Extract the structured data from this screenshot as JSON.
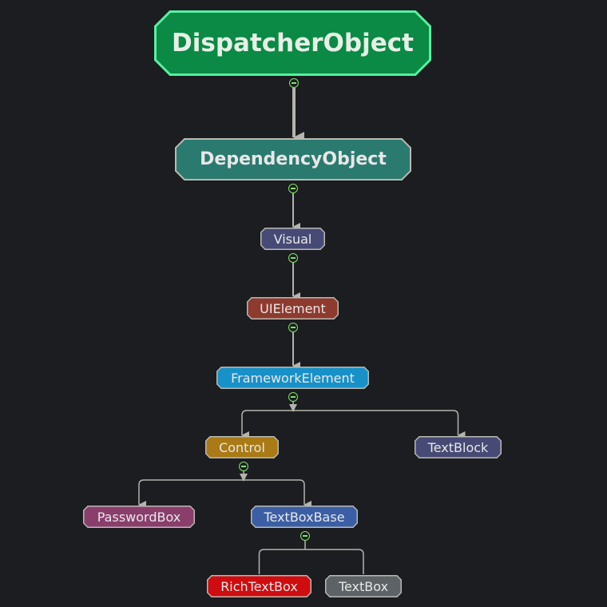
{
  "nodes": {
    "dispatcherobject": {
      "label": "DispatcherObject",
      "fill": "#0a8a45",
      "stroke": "#58f0a0"
    },
    "dependencyobject": {
      "label": "DependencyObject",
      "fill": "#2b7a70",
      "stroke": "#b9b9b2"
    },
    "visual": {
      "label": "Visual",
      "fill": "#464a75",
      "stroke": "#b9b9b2"
    },
    "uielement": {
      "label": "UIElement",
      "fill": "#8e3a2e",
      "stroke": "#b9b9b2"
    },
    "frameworkelement": {
      "label": "FrameworkElement",
      "fill": "#1791c8",
      "stroke": "#b9b9b2"
    },
    "control": {
      "label": "Control",
      "fill": "#a97a16",
      "stroke": "#b9b9b2"
    },
    "textblock": {
      "label": "TextBlock",
      "fill": "#464a75",
      "stroke": "#b9b9b2"
    },
    "passwordbox": {
      "label": "PasswordBox",
      "fill": "#8a3e6c",
      "stroke": "#b9b9b2"
    },
    "textboxbase": {
      "label": "TextBoxBase",
      "fill": "#3b5ea4",
      "stroke": "#b9b9b2"
    },
    "richtextbox": {
      "label": "RichTextBox",
      "fill": "#cf0c10",
      "stroke": "#b9b9b2"
    },
    "textbox": {
      "label": "TextBox",
      "fill": "#5c6265",
      "stroke": "#b9b9b2"
    }
  },
  "edges": [
    [
      "dispatcherobject",
      "dependencyobject"
    ],
    [
      "dependencyobject",
      "visual"
    ],
    [
      "visual",
      "uielement"
    ],
    [
      "uielement",
      "frameworkelement"
    ],
    [
      "frameworkelement",
      "control"
    ],
    [
      "frameworkelement",
      "textblock"
    ],
    [
      "control",
      "passwordbox"
    ],
    [
      "control",
      "textboxbase"
    ],
    [
      "textboxbase",
      "richtextbox"
    ],
    [
      "textboxbase",
      "textbox"
    ]
  ],
  "colors": {
    "background": "#1c1d20",
    "connector": "#b4b4ad",
    "collapse_toggle": "#7de36a",
    "node_text": "#e8e8e8"
  }
}
